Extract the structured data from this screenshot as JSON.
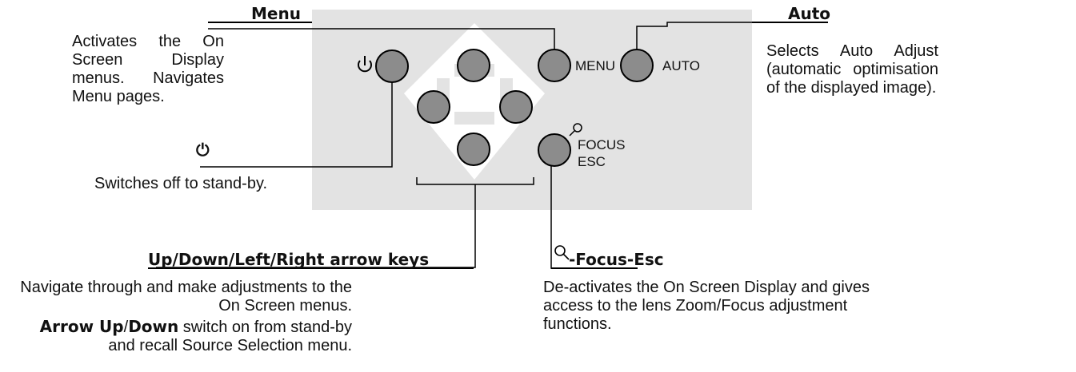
{
  "panel_labels": {
    "menu": "MENU",
    "auto": "AUTO",
    "focus": "FOCUS",
    "esc": "ESC"
  },
  "callouts": {
    "menu": {
      "heading": "Menu",
      "description": "Activates the On Screen Display menus. Navigates Menu pages."
    },
    "auto": {
      "heading": "Auto",
      "description": "Selects Auto Adjust (automatic optimisation of the displayed image)."
    },
    "power": {
      "heading": "⏻",
      "description": "Switches off to stand-by."
    },
    "arrows": {
      "heading": "Up/Down/Left/Right arrow keys",
      "description": "Navigate through and make  adjustments to the On Screen menus.",
      "note_bold_1": "Arrow Up",
      "note_sep": "/",
      "note_bold_2": "Down",
      "note_rest": " switch on from stand-by and recall Source Selection menu."
    },
    "focus_esc": {
      "heading": "-Focus-Esc",
      "description": "De-activates the On Screen Display  and gives access to the lens Zoom/Focus adjustment functions."
    }
  },
  "icons": [
    "power-icon",
    "magnifier-icon"
  ],
  "colors": {
    "panel": "#e3e3e3",
    "button": "#8c8c8c",
    "line": "#000000",
    "diamond": "#ffffff"
  }
}
